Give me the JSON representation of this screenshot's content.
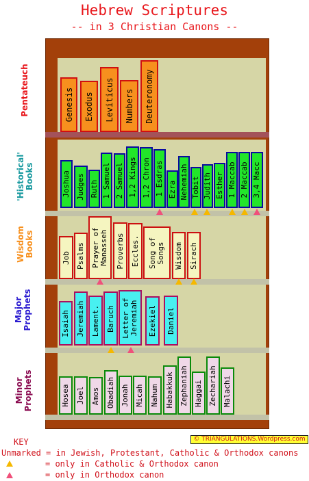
{
  "title": "Hebrew Scriptures",
  "subtitle": "-- in 3 Christian Canons --",
  "sections": [
    {
      "id": "pentateuch",
      "label": "Pentateuch",
      "color": "#e8161b"
    },
    {
      "id": "historical",
      "label": "'Historical'\nBooks",
      "color": "#1a9aa0"
    },
    {
      "id": "wisdom",
      "label": "Wisdom\nBooks",
      "color": "#f7901e"
    },
    {
      "id": "major",
      "label": "Major\nProphets",
      "color": "#2a1ad0"
    },
    {
      "id": "minor",
      "label": "Minor\nProphets",
      "color": "#8a0a50"
    }
  ],
  "books": {
    "pentateuch": [
      "Genesis",
      "Exodus",
      "Leviticus",
      "Numbers",
      "Deuteronomy"
    ],
    "historical": [
      "Joshua",
      "Judges",
      "Ruth",
      "1 Samuel",
      "2 Samuel",
      "1,2 Kings",
      "1,2 Chron",
      "1 Esdras",
      "Ezra",
      "Nehemiah",
      "Tobit",
      "Judith",
      "Esther",
      "1 Maccab",
      "2 Maccab",
      "3,4 Macc"
    ],
    "wisdom": [
      "Job",
      "Psalms",
      "Prayer of\nManasseh",
      "Proverbs",
      "Eccles.",
      "Song of\nSongs",
      "Wisdom",
      "Sirach"
    ],
    "major": [
      "Isaiah",
      "Jeremiah",
      "Lament.",
      "Baruch",
      "Letter of\nJeremiah",
      "Ezekiel",
      "Daniel"
    ],
    "minor": [
      "Hosea",
      "Joel",
      "Amos",
      "Obadiah",
      "Jonah",
      "Micah",
      "Nahum",
      "Habakkuk",
      "Zephaniah",
      "Haggai",
      "Zechariah",
      "Malachi"
    ]
  },
  "credit": "© TRIANGULATIONS.Wordpress.com",
  "key": {
    "heading": "KEY",
    "unmarked": "Unmarked = in Jewish, Protestant, Catholic & Orthodox canons",
    "catholic_orthodox": "= only in Catholic & Orthodox canon",
    "orthodox": "= only in Orthodox canon"
  },
  "colors": {
    "catholic_orthodox_marker": "#f5b800",
    "orthodox_marker": "#f0507a"
  }
}
